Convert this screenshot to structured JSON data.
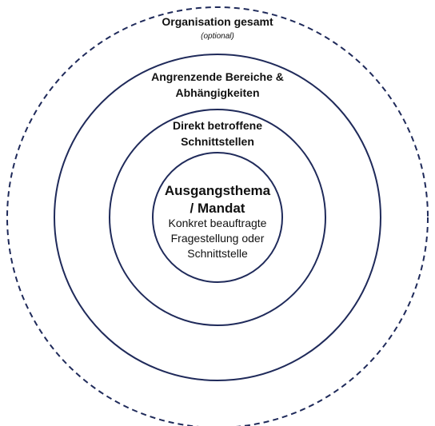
{
  "diagram": {
    "rings": [
      {
        "id": "organisation",
        "title": "Organisation gesamt",
        "subtitle": "(optional)",
        "stroke_style": "dashed"
      },
      {
        "id": "adjacent",
        "title": "Angrenzende Bereiche &\nAbhängigkeiten",
        "stroke_style": "solid"
      },
      {
        "id": "direct",
        "title": "Direkt betroffene\nSchnittstellen",
        "stroke_style": "solid"
      },
      {
        "id": "core",
        "title": "Ausgangsthema\n/ Mandat",
        "description": "Konkret beauftragte\nFragestellung oder\nSchnittstelle",
        "stroke_style": "solid"
      }
    ],
    "colors": {
      "stroke": "#1f2a5a",
      "text": "#111111",
      "background": "#ffffff"
    }
  }
}
